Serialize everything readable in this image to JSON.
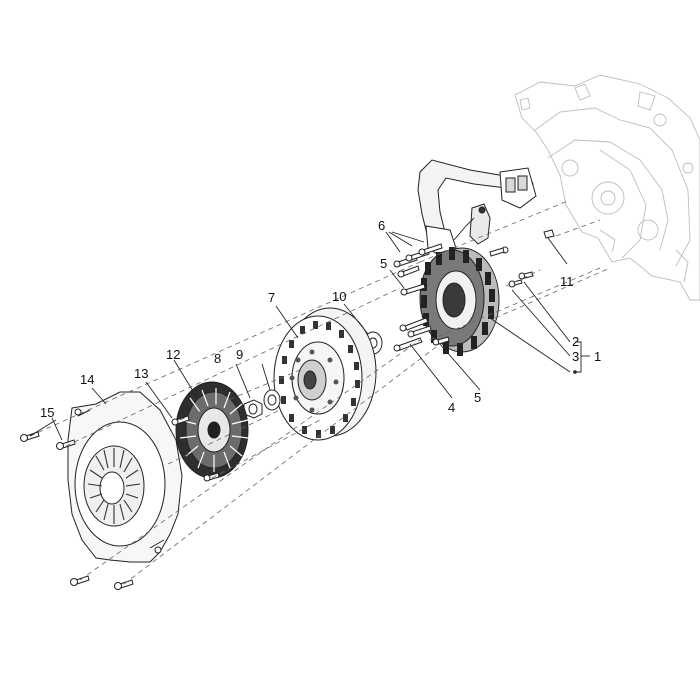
{
  "callouts": [
    {
      "id": "1",
      "text": "1"
    },
    {
      "id": "2",
      "text": "2"
    },
    {
      "id": "3",
      "text": "3"
    },
    {
      "id": "4",
      "text": "4"
    },
    {
      "id": "5a",
      "text": "5"
    },
    {
      "id": "5b",
      "text": "5"
    },
    {
      "id": "6",
      "text": "6"
    },
    {
      "id": "7",
      "text": "7"
    },
    {
      "id": "8",
      "text": "8"
    },
    {
      "id": "9",
      "text": "9"
    },
    {
      "id": "10",
      "text": "10"
    },
    {
      "id": "11",
      "text": "11"
    },
    {
      "id": "12",
      "text": "12"
    },
    {
      "id": "13",
      "text": "13"
    },
    {
      "id": "14",
      "text": "14"
    },
    {
      "id": "15",
      "text": "15"
    }
  ],
  "parts": {
    "engine_case": "engine-case",
    "stator_wiring": "stator-wiring-harness",
    "stator": "stator-coil",
    "flywheel": "flywheel-rotor",
    "fan": "cooling-fan",
    "cover": "fan-cover"
  }
}
